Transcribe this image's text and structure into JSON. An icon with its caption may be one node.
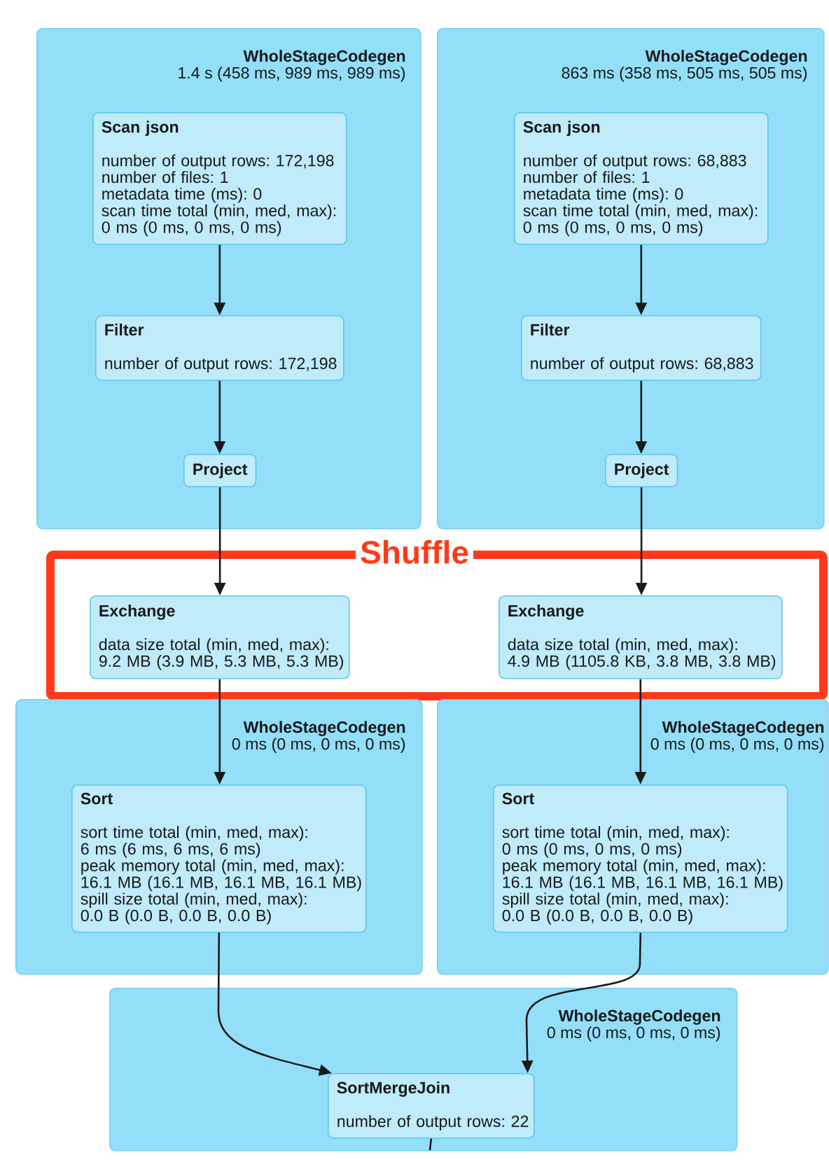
{
  "diagram": {
    "nodes": [
      {
        "text": [
          "WholeStageCodegen",
          "1.4 s (458 ms, 989 ms, 989 ms)"
        ]
      },
      {
        "text": [
          "Scan json",
          "number of output rows: 172,198",
          "number of files: 1",
          "metadata time (ms): 0",
          "scan time total (min, med, max):",
          "0 ms (0 ms, 0 ms, 0 ms)"
        ],
        "in": 0
      },
      {
        "text": [
          "Filter",
          "number of output rows: 172,198"
        ],
        "in": 0
      },
      {
        "text": [
          "Project"
        ],
        "in": 0
      },
      {
        "text": [
          "WholeStageCodegen",
          "863 ms (358 ms, 505 ms, 505 ms)"
        ]
      },
      {
        "text": [
          "Scan json",
          "number of output rows: 68,883",
          "number of files: 1",
          "metadata time (ms): 0",
          "scan time total (min, med, max):",
          "0 ms (0 ms, 0 ms, 0 ms)"
        ],
        "in": 4
      },
      {
        "text": [
          "Filter",
          "number of output rows: 68,883"
        ],
        "in": 4
      },
      {
        "text": [
          "Project"
        ],
        "in": 4
      },
      {
        "text": [
          "Shuffle"
        ]
      },
      {
        "text": [
          "Exchange",
          "data size total (min, med, max):",
          "9.2 MB (3.9 MB, 5.3 MB, 5.3 MB)"
        ],
        "in": 8
      },
      {
        "text": [
          "Exchange",
          "data size total (min, med, max):",
          "4.9 MB (1105.8 KB, 3.8 MB, 3.8 MB)"
        ],
        "in": 8
      },
      {
        "text": [
          "WholeStageCodegen",
          "0 ms (0 ms, 0 ms, 0 ms)"
        ]
      },
      {
        "text": [
          "Sort",
          "sort time total (min, med, max):",
          "6 ms (6 ms, 6 ms, 6 ms)",
          "peak memory total (min, med, max):",
          "16.1 MB (16.1 MB, 16.1 MB, 16.1 MB)",
          "spill size total (min, med, max):",
          "0.0 B (0.0 B, 0.0 B, 0.0 B)"
        ],
        "in": 11
      },
      {
        "text": [
          "WholeStageCodegen",
          "0 ms (0 ms, 0 ms, 0 ms)"
        ]
      },
      {
        "text": [
          "Sort",
          "sort time total (min, med, max):",
          "0 ms (0 ms, 0 ms, 0 ms)",
          "peak memory total (min, med, max):",
          "16.1 MB (16.1 MB, 16.1 MB, 16.1 MB)",
          "spill size total (min, med, max):",
          "0.0 B (0.0 B, 0.0 B, 0.0 B)"
        ],
        "in": 13
      },
      {
        "text": [
          "WholeStageCodegen",
          "0 ms (0 ms, 0 ms, 0 ms)"
        ]
      },
      {
        "text": [
          "SortMergeJoin",
          "number of output rows: 22"
        ],
        "in": 15
      }
    ],
    "edges": [
      {
        "from": 1,
        "to": 2,
        "arrow": "to"
      },
      {
        "from": 2,
        "to": 3,
        "arrow": "to"
      },
      {
        "from": 3,
        "to": 9,
        "arrow": "to"
      },
      {
        "from": 5,
        "to": 6,
        "arrow": "to"
      },
      {
        "from": 6,
        "to": 7,
        "arrow": "to"
      },
      {
        "from": 7,
        "to": 10,
        "arrow": "to"
      },
      {
        "from": 9,
        "to": 12,
        "arrow": "to"
      },
      {
        "from": 10,
        "to": 14,
        "arrow": "to"
      },
      {
        "from": 12,
        "to": 16,
        "arrow": "to"
      },
      {
        "from": 14,
        "to": 16,
        "arrow": "to"
      },
      {
        "from": 16,
        "to": null,
        "arrow": "none"
      }
    ]
  }
}
